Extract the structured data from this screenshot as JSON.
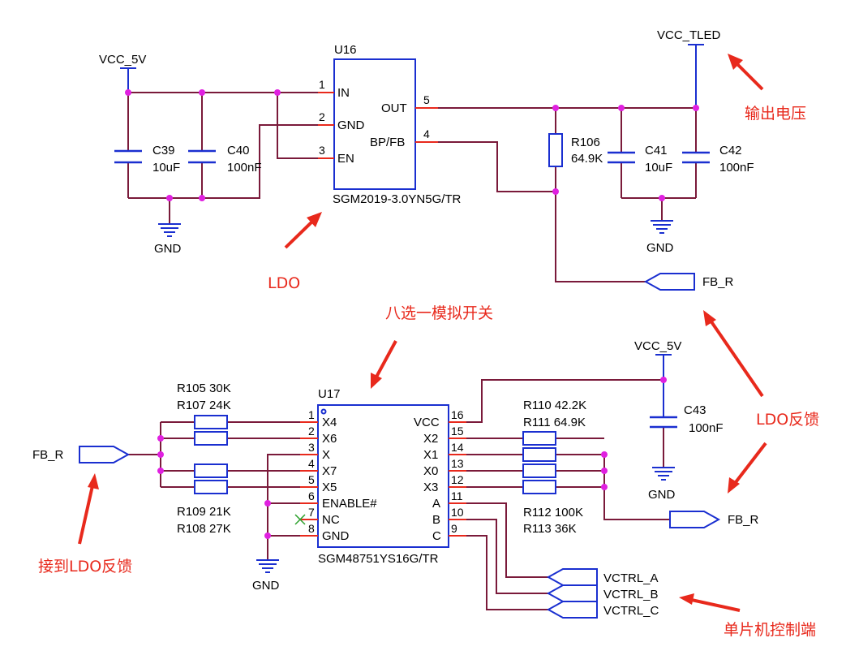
{
  "ldo": {
    "ref": "U16",
    "part": "SGM2019-3.0YN5G/TR",
    "pins": [
      {
        "num": "1",
        "name": "IN"
      },
      {
        "num": "2",
        "name": "GND"
      },
      {
        "num": "3",
        "name": "EN"
      },
      {
        "num": "5",
        "name": "OUT"
      },
      {
        "num": "4",
        "name": "BP/FB"
      }
    ]
  },
  "mux": {
    "ref": "U17",
    "part": "SGM48751YS16G/TR",
    "left_pins": [
      {
        "num": "1",
        "name": "X4"
      },
      {
        "num": "2",
        "name": "X6"
      },
      {
        "num": "3",
        "name": "X"
      },
      {
        "num": "4",
        "name": "X7"
      },
      {
        "num": "5",
        "name": "X5"
      },
      {
        "num": "6",
        "name": "ENABLE#"
      },
      {
        "num": "7",
        "name": "NC"
      },
      {
        "num": "8",
        "name": "GND"
      }
    ],
    "right_pins": [
      {
        "num": "16",
        "name": "VCC"
      },
      {
        "num": "15",
        "name": "X2"
      },
      {
        "num": "14",
        "name": "X1"
      },
      {
        "num": "13",
        "name": "X0"
      },
      {
        "num": "12",
        "name": "X3"
      },
      {
        "num": "11",
        "name": "A"
      },
      {
        "num": "10",
        "name": "B"
      },
      {
        "num": "9",
        "name": "C"
      }
    ]
  },
  "components": {
    "c39": {
      "ref": "C39",
      "value": "10uF"
    },
    "c40": {
      "ref": "C40",
      "value": "100nF"
    },
    "r106": {
      "ref": "R106",
      "value": "64.9K"
    },
    "c41": {
      "ref": "C41",
      "value": "10uF"
    },
    "c42": {
      "ref": "C42",
      "value": "100nF"
    },
    "c43": {
      "ref": "C43",
      "value": "100nF"
    },
    "r105": "R105 30K",
    "r107": "R107 24K",
    "r109": "R109 21K",
    "r108": "R108 27K",
    "r110": "R110 42.2K",
    "r111": "R111 64.9K",
    "r112": "R112 100K",
    "r113": "R113 36K"
  },
  "nets": {
    "vcc_5v": "VCC_5V",
    "vcc_tled": "VCC_TLED",
    "gnd": "GND",
    "fb_r": "FB_R",
    "vctrl_a": "VCTRL_A",
    "vctrl_b": "VCTRL_B",
    "vctrl_c": "VCTRL_C"
  },
  "annotations": {
    "output_voltage": "输出电压",
    "ldo": "LDO",
    "mux": "八选一模拟开关",
    "ldo_feedback": "LDO反馈",
    "to_ldo_feedback": "接到LDO反馈",
    "mcu_control": "单片机控制端"
  },
  "colors": {
    "wire": "#7a1a3a",
    "pin_lead": "#e8291c",
    "component": "#1a2fd0",
    "junction": "#e020e0",
    "annotation": "#e8291c"
  }
}
